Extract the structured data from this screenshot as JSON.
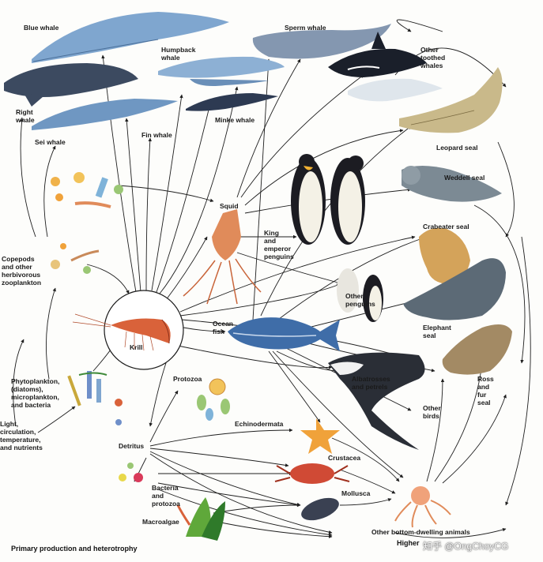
{
  "labels": {
    "blue_whale": "Blue whale",
    "humpback_whale": "Humpback\nwhale",
    "sperm_whale": "Sperm whale",
    "other_toothed_whales": "Other\ntoothed\nwhales",
    "right_whale": "Right\nwhale",
    "sei_whale": "Sei whale",
    "fin_whale": "Fin whale",
    "minke_whale": "Minke whale",
    "leopard_seal": "Leopard seal",
    "weddell_seal": "Weddell seal",
    "crabeater_seal": "Crabeater seal",
    "squid": "Squid",
    "king_emperor_penguins": "King\nand\nemperor\npenguins",
    "copepods": "Copepods\nand other\nherbivorous\nzooplankton",
    "other_penguins": "Other\npenguins",
    "elephant_seal": "Elephant\nseal",
    "ocean_fish": "Ocean\nfish",
    "krill": "Krill",
    "phytoplankton": "Phytoplankton,\n(diatoms),\nmicroplankton,\nand bacteria",
    "protozoa": "Protozoa",
    "albatrosses": "Albatrosses\nand petrels",
    "ross_fur_seal": "Ross\nand\nfur\nseal",
    "other_birds": "Other\nbirds",
    "light_factors": "Light,\ncirculation,\ntemperature,\nand nutrients",
    "echinodermata": "Echinodermata",
    "detritus": "Detritus",
    "crustacea": "Crustacea",
    "bacteria_protozoa": "Bacteria\nand\nprotozoa",
    "mollusca": "Mollusca",
    "macroalgae": "Macroalgae",
    "other_bottom": "Other bottom-dwelling animals"
  },
  "footer": {
    "primary": "Primary production and heterotrophy",
    "higher": "Higher"
  },
  "watermark": "知乎 @OngChoyCG",
  "colors": {
    "whale_blue": "#7fa6cf",
    "whale_dark": "#3c4a60",
    "seal_tan": "#c9b98a",
    "seal_gray": "#7c8a94",
    "fish_blue": "#3f6da8",
    "krill_orange": "#d9623a",
    "star_orange": "#f0a23a",
    "crab_red": "#d04a35",
    "arrow": "#1f1f1f"
  }
}
